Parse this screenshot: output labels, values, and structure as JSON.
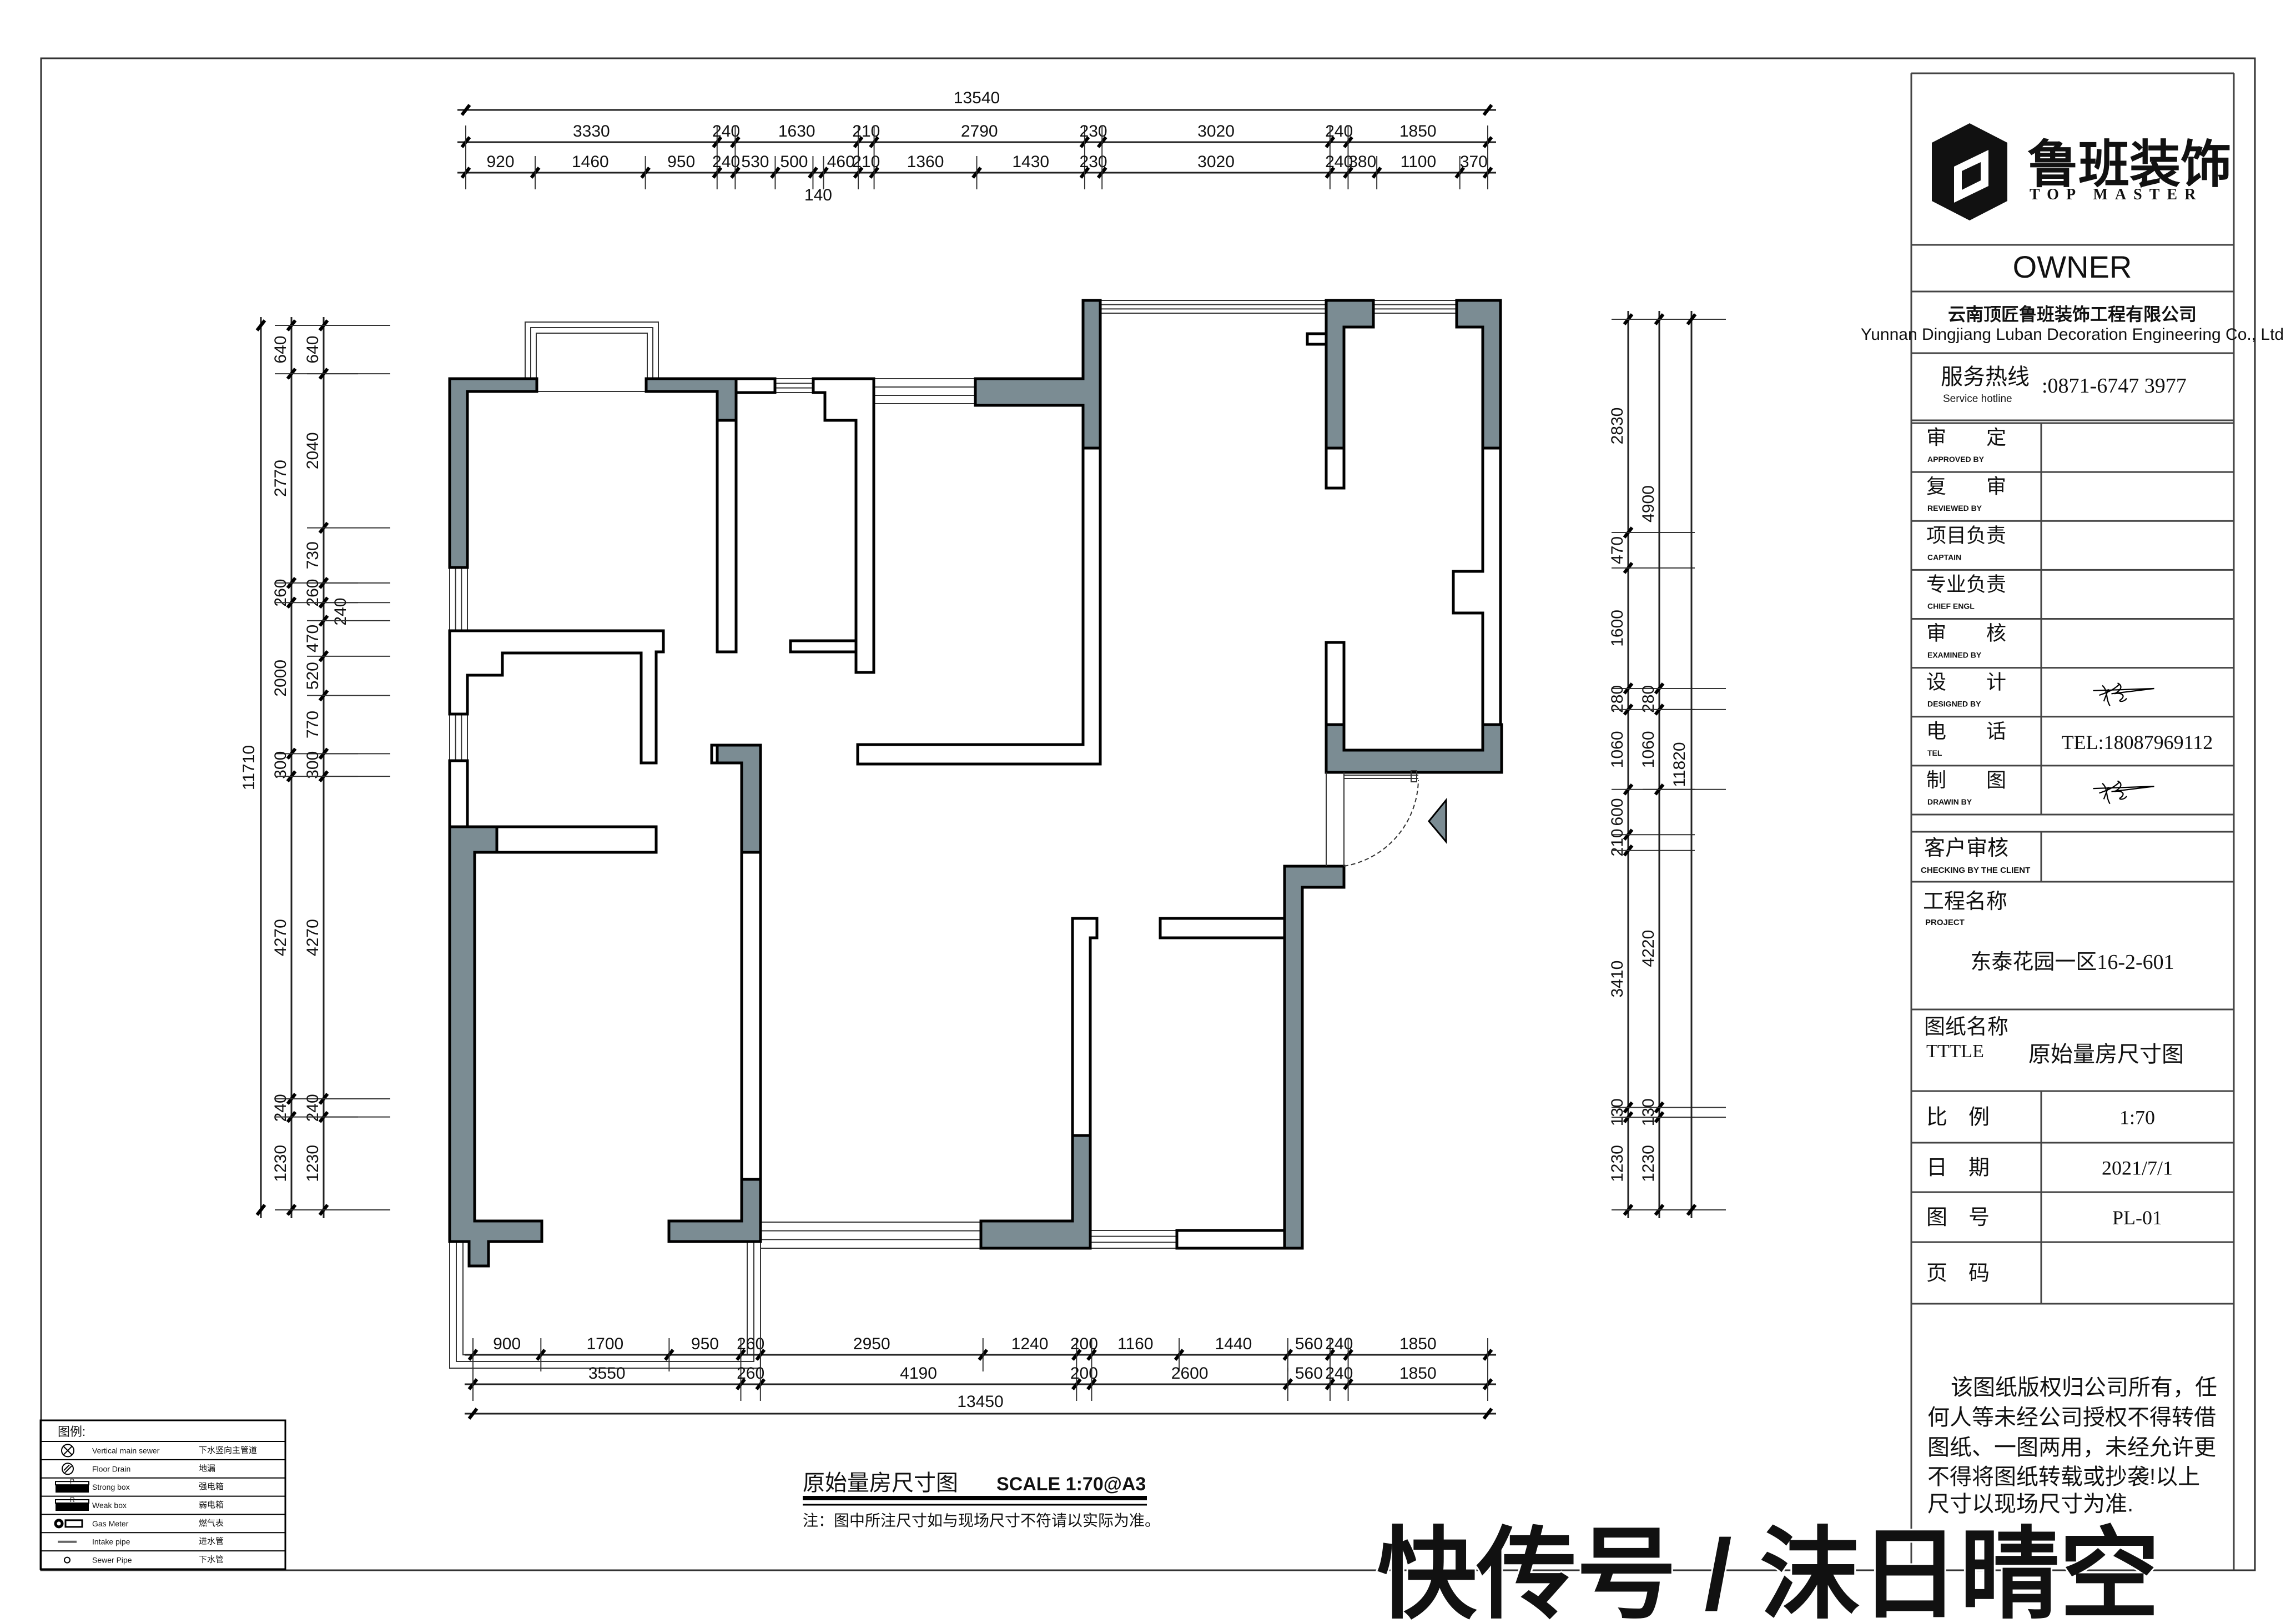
{
  "colors": {
    "wall": "#7b8c93",
    "line": "#000000"
  },
  "drawing": {
    "caption_title": "原始量房尺寸图",
    "caption_scale": "SCALE 1:70@A3",
    "note": "注：图中所注尺寸如与现场尺寸不符请以实际为准。"
  },
  "dimensions": {
    "top": {
      "total": "13540",
      "chain": [
        "3330",
        "240",
        "1630",
        "210",
        "2790",
        "230",
        "3020",
        "240",
        "1850"
      ],
      "detail": [
        "920",
        "1460",
        "950",
        "240",
        "530",
        "500",
        "140",
        "460",
        "210",
        "1360",
        "1430",
        "230",
        "3020",
        "240",
        "380",
        "1100",
        "370"
      ]
    },
    "bottom": {
      "detail": [
        "900",
        "1700",
        "950",
        "260",
        "2950",
        "1240",
        "200",
        "1160",
        "1440",
        "560",
        "240",
        "1850"
      ],
      "chain": [
        "3550",
        "260",
        "4190",
        "200",
        "2600",
        "560",
        "240",
        "1850"
      ],
      "total": "13450"
    },
    "left": {
      "total": "11710",
      "chain": [
        "640",
        "2770",
        "260",
        "2000",
        "300",
        "4270",
        "240",
        "1230"
      ],
      "detail": [
        "640",
        "2040",
        "730",
        "260",
        "240",
        "470",
        "520",
        "770",
        "300",
        "4270",
        "240",
        "1230"
      ]
    },
    "right": {
      "detail": [
        "2830",
        "470",
        "1600",
        "280",
        "1060",
        "600",
        "210",
        "3410",
        "130",
        "1230"
      ],
      "chain": [
        "4900",
        "280",
        "1060",
        "4220",
        "130",
        "1230"
      ],
      "total": "11820"
    }
  },
  "legend": {
    "title": "图例:",
    "rows": [
      {
        "icon": "vertical-main-sewer-icon",
        "en": "Vertical main sewer",
        "cn": "下水竖向主管道"
      },
      {
        "icon": "floor-drain-icon",
        "en": "Floor Drain",
        "cn": "地漏"
      },
      {
        "icon": "strong-box-icon",
        "en": "Strong box",
        "cn": "强电箱",
        "mark": "P"
      },
      {
        "icon": "weak-box-icon",
        "en": "Weak box",
        "cn": "弱电箱",
        "mark": "R"
      },
      {
        "icon": "gas-meter-icon",
        "en": "Gas Meter",
        "cn": "燃气表"
      },
      {
        "icon": "intake-pipe-icon",
        "en": "Intake pipe",
        "cn": "进水管"
      },
      {
        "icon": "sewer-pipe-icon",
        "en": "Sewer Pipe",
        "cn": "下水管"
      }
    ]
  },
  "title_block": {
    "logo_cn": "鲁班装饰",
    "logo_en": "TOP MASTER",
    "owner": "OWNER",
    "company_cn": "云南顶匠鲁班装饰工程有限公司",
    "company_en": "Yunnan Dingjiang Luban Decoration Engineering Co., Ltd",
    "hotline_cn": "服务热线",
    "hotline_en": "Service hotline",
    "hotline": ":0871-6747 3977",
    "sign_rows": [
      {
        "cn": "审　　定",
        "en": "APPROVED BY",
        "value": ""
      },
      {
        "cn": "复　　审",
        "en": "REVIEWED BY",
        "value": ""
      },
      {
        "cn": "项目负责",
        "en": "CAPTAIN",
        "value": ""
      },
      {
        "cn": "专业负责",
        "en": "CHIEF ENGL",
        "value": ""
      },
      {
        "cn": "审　　核",
        "en": "EXAMINED BY",
        "value": ""
      },
      {
        "cn": "设　　计",
        "en": "DESIGNED BY",
        "value": "",
        "signature": true
      },
      {
        "cn": "电　　话",
        "en": "TEL",
        "value": "TEL:18087969112"
      },
      {
        "cn": "制　　图",
        "en": "DRAWIN BY",
        "value": "",
        "signature": true
      }
    ],
    "client": {
      "cn": "客户审核",
      "en": "CHECKING BY THE CLIENT",
      "value": ""
    },
    "project": {
      "cn": "工程名称",
      "en": "PROJECT",
      "value": "东泰花园一区16-2-601"
    },
    "title": {
      "cn": "图纸名称",
      "en": "TTTLE",
      "value": "原始量房尺寸图"
    },
    "info_rows": [
      {
        "cn": "比　例",
        "value": "1:70"
      },
      {
        "cn": "日　期",
        "value": "2021/7/1"
      },
      {
        "cn": "图　号",
        "value": "PL-01"
      },
      {
        "cn": "页　码",
        "value": ""
      }
    ],
    "copyright_lines": [
      "该图纸版权归公司所有，任",
      "何人等未经公司授权不得转借",
      "图纸、一图两用，未经允许更",
      "不得将图纸转载或抄袭!以上",
      "尺寸以现场尺寸为准."
    ]
  },
  "watermark": "快传号 / 沫日晴空"
}
